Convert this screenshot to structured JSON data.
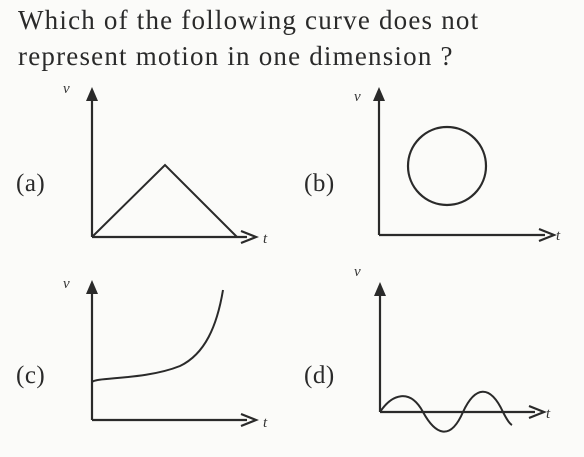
{
  "question": {
    "line1": "Which of the following curve does not",
    "line2": "represent motion in one dimension ?"
  },
  "options": [
    {
      "label": "(a)",
      "y_axis": "v",
      "x_axis": "t",
      "shape": "triangle"
    },
    {
      "label": "(b)",
      "y_axis": "v",
      "x_axis": "t",
      "shape": "circle"
    },
    {
      "label": "(c)",
      "y_axis": "v",
      "x_axis": "t",
      "shape": "increasing-curve"
    },
    {
      "label": "(d)",
      "y_axis": "v",
      "x_axis": "t",
      "shape": "sinusoid"
    }
  ],
  "colors": {
    "ink": "#2a2a2a",
    "background": "#fbfbf9"
  }
}
